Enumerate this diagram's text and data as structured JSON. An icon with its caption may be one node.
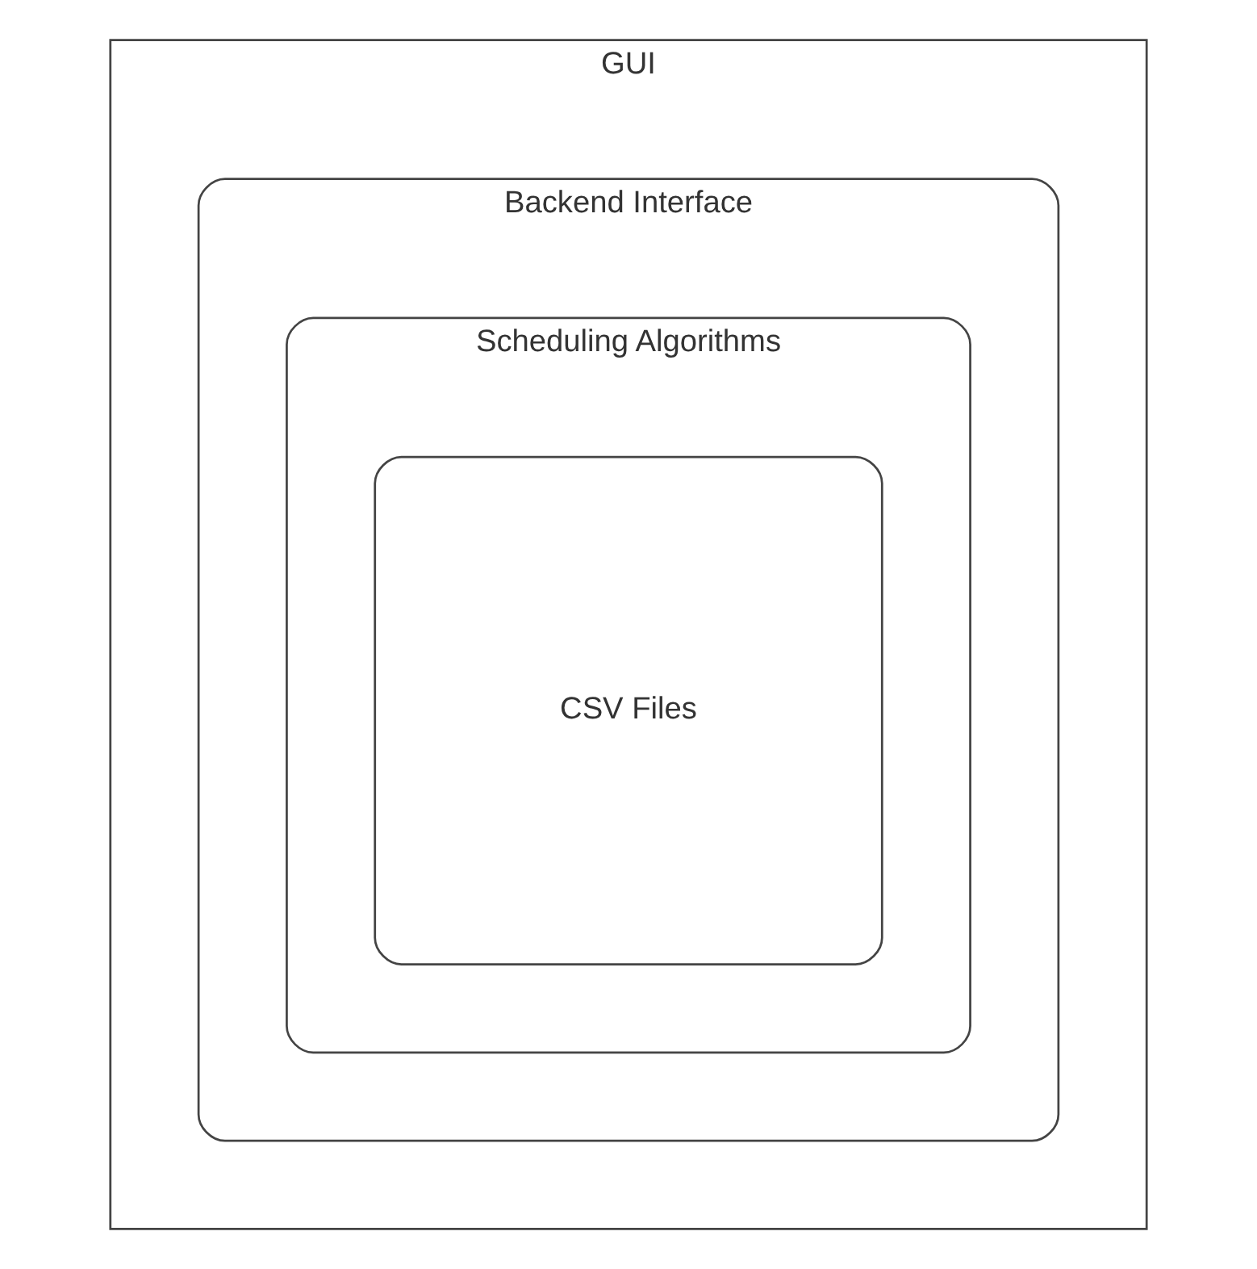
{
  "diagram": {
    "nodes": [
      {
        "text": [
          "GUI"
        ]
      },
      {
        "text": [
          "Backend Interface"
        ],
        "in": 0
      },
      {
        "text": [
          "Scheduling Algorithms"
        ],
        "in": 1
      },
      {
        "text": [
          "CSV Files"
        ],
        "in": 2
      }
    ]
  }
}
